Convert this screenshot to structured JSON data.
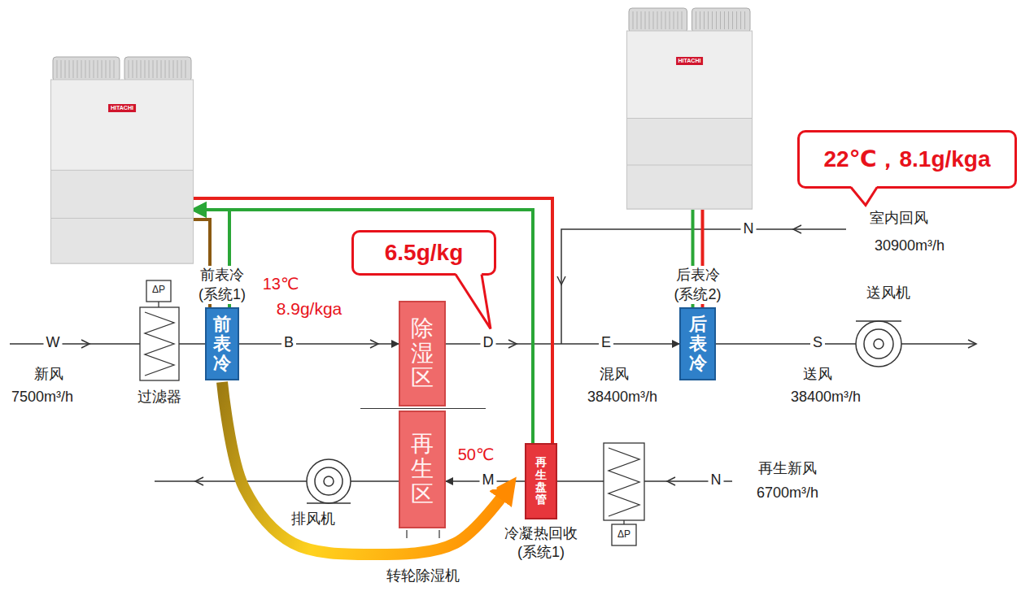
{
  "diagram": {
    "nodes": [
      {
        "text": [
          "HITACHI"
        ]
      },
      {
        "text": [
          "HITACHI"
        ]
      },
      {
        "text": [
          "22℃，8.1g/kga"
        ]
      },
      {
        "text": [
          "6.5g/kg"
        ]
      },
      {
        "text": [
          "前表冷",
          "前表冷 (系统1)"
        ]
      },
      {
        "text": [
          "除湿区"
        ]
      },
      {
        "text": [
          "后表冷",
          "后表冷 (系统2)"
        ]
      },
      {
        "text": [
          "再生区"
        ]
      },
      {
        "text": [
          "再生盘管",
          "冷凝热回收 (系统1)"
        ]
      }
    ],
    "edges": [
      {
        "from": 4,
        "to": 5,
        "arrow": "to"
      },
      {
        "from": 5,
        "to": 6,
        "arrow": "to"
      },
      {
        "from": 8,
        "to": 7,
        "arrow": "to"
      },
      {
        "from": 4,
        "to": 0,
        "arrow": "none"
      },
      {
        "from": 4,
        "to": 0,
        "arrow": "to"
      },
      {
        "from": 8,
        "to": 0,
        "arrow": "to"
      },
      {
        "from": 8,
        "to": 0,
        "arrow": "none"
      },
      {
        "from": 6,
        "to": 1,
        "arrow": "none"
      },
      {
        "from": 6,
        "to": 1,
        "arrow": "none"
      },
      {
        "from": 4,
        "to": 8,
        "arrow": "to"
      }
    ],
    "labels": [
      "W",
      "新风",
      "7500m³/h",
      "ΔP",
      "过滤器",
      "13℃",
      "8.9g/kga",
      "B",
      "D",
      "50℃",
      "M",
      "E",
      "混风",
      "38400m³/h",
      "S",
      "送风",
      "38400m³/h",
      "送风机",
      "N",
      "室内回风",
      "30900m³/h",
      "排风机",
      "转轮除湿机",
      "ΔP",
      "N",
      "再生新风",
      "6700m³/h"
    ]
  }
}
